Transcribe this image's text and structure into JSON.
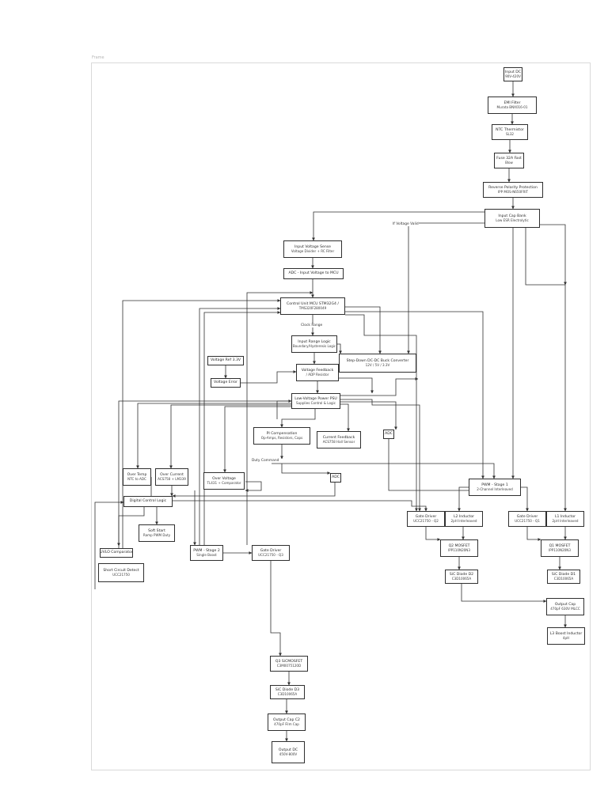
{
  "canvas": {
    "frame_label": "Frame"
  },
  "colors": {
    "stroke": "#2f2f2f",
    "text": "#2a2a2a",
    "node_fill": "#ffffff",
    "frame_border": "#d9d9d9"
  },
  "nodes": [
    {
      "id": "input_dc",
      "title": "Input DC",
      "sub": "90V-420V"
    },
    {
      "id": "emi",
      "title": "EMI Filter",
      "sub": "Murata BNX016-01"
    },
    {
      "id": "ntc",
      "title": "NTC Thermistor",
      "sub": "SL32"
    },
    {
      "id": "fuse",
      "title": "Fuse 32A Fast",
      "sub": "Blow"
    },
    {
      "id": "reverse",
      "title": "Reverse Polarity Protection",
      "sub": "IPP MOS-N650FRIT"
    },
    {
      "id": "input_cap",
      "title": "Input Cap Bank",
      "sub": "Low ESR Electrolytic"
    },
    {
      "id": "input_sense",
      "title": "Input Voltage Sense",
      "sub": "Voltage Divider + RC Filter"
    },
    {
      "id": "adc",
      "title": "ADC - Input Voltage to MCU",
      "sub": ""
    },
    {
      "id": "mcu",
      "title": "Control Unit MCU STM32G4 /",
      "sub": "TMS320F280049"
    },
    {
      "id": "range",
      "title": "Input Range Logic",
      "sub": "Boundary/Hysteresis Logic"
    },
    {
      "id": "buck",
      "title": "Step-Down DC-DC Buck Converter",
      "sub": "12V / 5V / 3.3V"
    },
    {
      "id": "vref",
      "title": "Voltage Ref 3.3V",
      "sub": ""
    },
    {
      "id": "verr",
      "title": "Voltage Error",
      "sub": ""
    },
    {
      "id": "vfb",
      "title": "Voltage Feedback",
      "sub": "/ ADP Resistor"
    },
    {
      "id": "lvpsu",
      "title": "Low-Voltage Power PSU",
      "sub": "Supplies Control & Logic"
    },
    {
      "id": "adc2",
      "title": "ADC",
      "sub": ""
    },
    {
      "id": "pi",
      "title": "PI Compensation",
      "sub": "Op-Amps, Resistors, Caps"
    },
    {
      "id": "ifb",
      "title": "Current Feedback",
      "sub": "ACS758 Hall Sensor"
    },
    {
      "id": "otemp",
      "title": "Over Temp",
      "sub": "NTC to ADC"
    },
    {
      "id": "ocur",
      "title": "Over Current",
      "sub": "ACS758 + LM339"
    },
    {
      "id": "ovolt",
      "title": "Over Voltage",
      "sub": "TL431 + Comparator"
    },
    {
      "id": "adc3",
      "title": "ADC",
      "sub": ""
    },
    {
      "id": "pwm1",
      "title": "PWM - Stage 1",
      "sub": "2-Channel Interleaved"
    },
    {
      "id": "dig",
      "title": "Digital Control Logic",
      "sub": ""
    },
    {
      "id": "soft",
      "title": "Soft Start",
      "sub": "Ramp PWM Duty"
    },
    {
      "id": "uvlo",
      "title": "UVLO Comparator",
      "sub": ""
    },
    {
      "id": "short",
      "title": "Short Circuit Detect",
      "sub": "UCC21750"
    },
    {
      "id": "pwm2",
      "title": "PWM - Stage 2",
      "sub": "Single Boost"
    },
    {
      "id": "gd3",
      "title": "Gate Driver",
      "sub": "UCC21750 - Q3"
    },
    {
      "id": "gd2",
      "title": "Gate Driver",
      "sub": "UCC21750 - Q2"
    },
    {
      "id": "l2",
      "title": "L2 Inductor",
      "sub": "2pH Interleaved"
    },
    {
      "id": "gd1",
      "title": "Gate Driver",
      "sub": "UCC21750 - Q1"
    },
    {
      "id": "l1",
      "title": "L1 Inductor",
      "sub": "2pH Interleaved"
    },
    {
      "id": "q2",
      "title": "Q2 MOSFET",
      "sub": "IPP110N20N3"
    },
    {
      "id": "q1",
      "title": "Q1 MOSFET",
      "sub": "IPP110N20N3"
    },
    {
      "id": "d2",
      "title": "SiC Diode D2",
      "sub": "C3D10065A"
    },
    {
      "id": "d1",
      "title": "SiC Diode D1",
      "sub": "C3D10065A"
    },
    {
      "id": "ocap1",
      "title": "Output Cap",
      "sub": "470pF 630V MLCC"
    },
    {
      "id": "l3",
      "title": "L3 Boost Inductor",
      "sub": "4pH"
    },
    {
      "id": "q3",
      "title": "Q3 SiCMOSFET",
      "sub": "C3M0075120D"
    },
    {
      "id": "d3",
      "title": "SiC Diode D3",
      "sub": "C3D10065A"
    },
    {
      "id": "ocap2",
      "title": "Output Cap C2",
      "sub": "470pF Film Cap"
    },
    {
      "id": "out",
      "title": "Output DC",
      "sub": "450V-800V"
    }
  ],
  "annotations": [
    {
      "id": "clock_range",
      "text": "Clock Range"
    },
    {
      "id": "duty_command",
      "text": "Duty Command"
    },
    {
      "id": "voltage_valid",
      "text": "If Voltage Valid"
    }
  ]
}
